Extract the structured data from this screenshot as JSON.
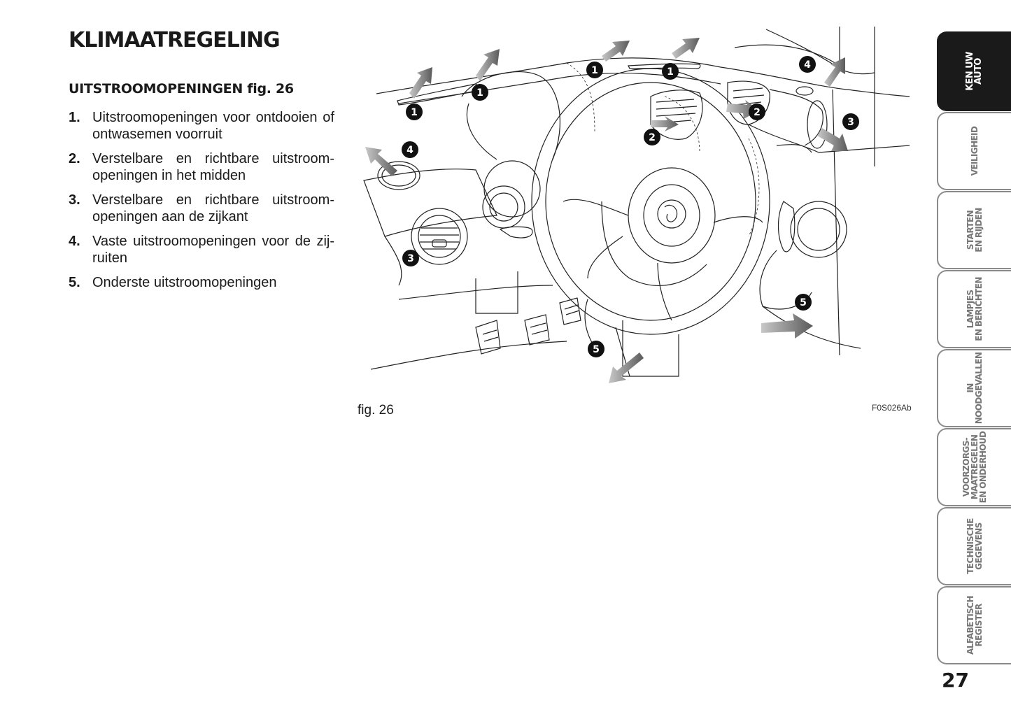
{
  "page": {
    "title": "KLIMAATREGELING",
    "section_heading": "UITSTROOMOPENINGEN fig. 26",
    "items": [
      {
        "num": "1.",
        "text": "Uitstroomopeningen voor ontdooien of ontwasemen voorruit"
      },
      {
        "num": "2.",
        "text": "Verstelbare en richtbare uitstroom-openingen in het midden"
      },
      {
        "num": "3.",
        "text": "Verstelbare en richtbare uitstroom-openingen aan de zijkant"
      },
      {
        "num": "4.",
        "text": "Vaste uitstroomopeningen voor de zij-ruiten"
      },
      {
        "num": "5.",
        "text": "Onderste uitstroomopeningen"
      }
    ],
    "figure": {
      "caption": "fig. 26",
      "code": "F0S026Ab",
      "callouts": [
        "1",
        "1",
        "1",
        "1",
        "2",
        "2",
        "3",
        "3",
        "4",
        "4",
        "5",
        "5"
      ]
    },
    "page_number": "27"
  },
  "side_tabs": [
    {
      "label": "KEN UW\nAUTO",
      "active": true
    },
    {
      "label": "VEILIGHEID",
      "active": false
    },
    {
      "label": "STARTEN\nEN RIJDEN",
      "active": false
    },
    {
      "label": "LAMPJES\nEN BERICHTEN",
      "active": false
    },
    {
      "label": "IN\nNOODGEVALLEN",
      "active": false
    },
    {
      "label": "VOORZORGS-\nMAATREGELEN\nEN ONDERHOUD",
      "active": false
    },
    {
      "label": "TECHNISCHE\nGEGEVENS",
      "active": false
    },
    {
      "label": "ALFABETISCH\nREGISTER",
      "active": false
    }
  ]
}
